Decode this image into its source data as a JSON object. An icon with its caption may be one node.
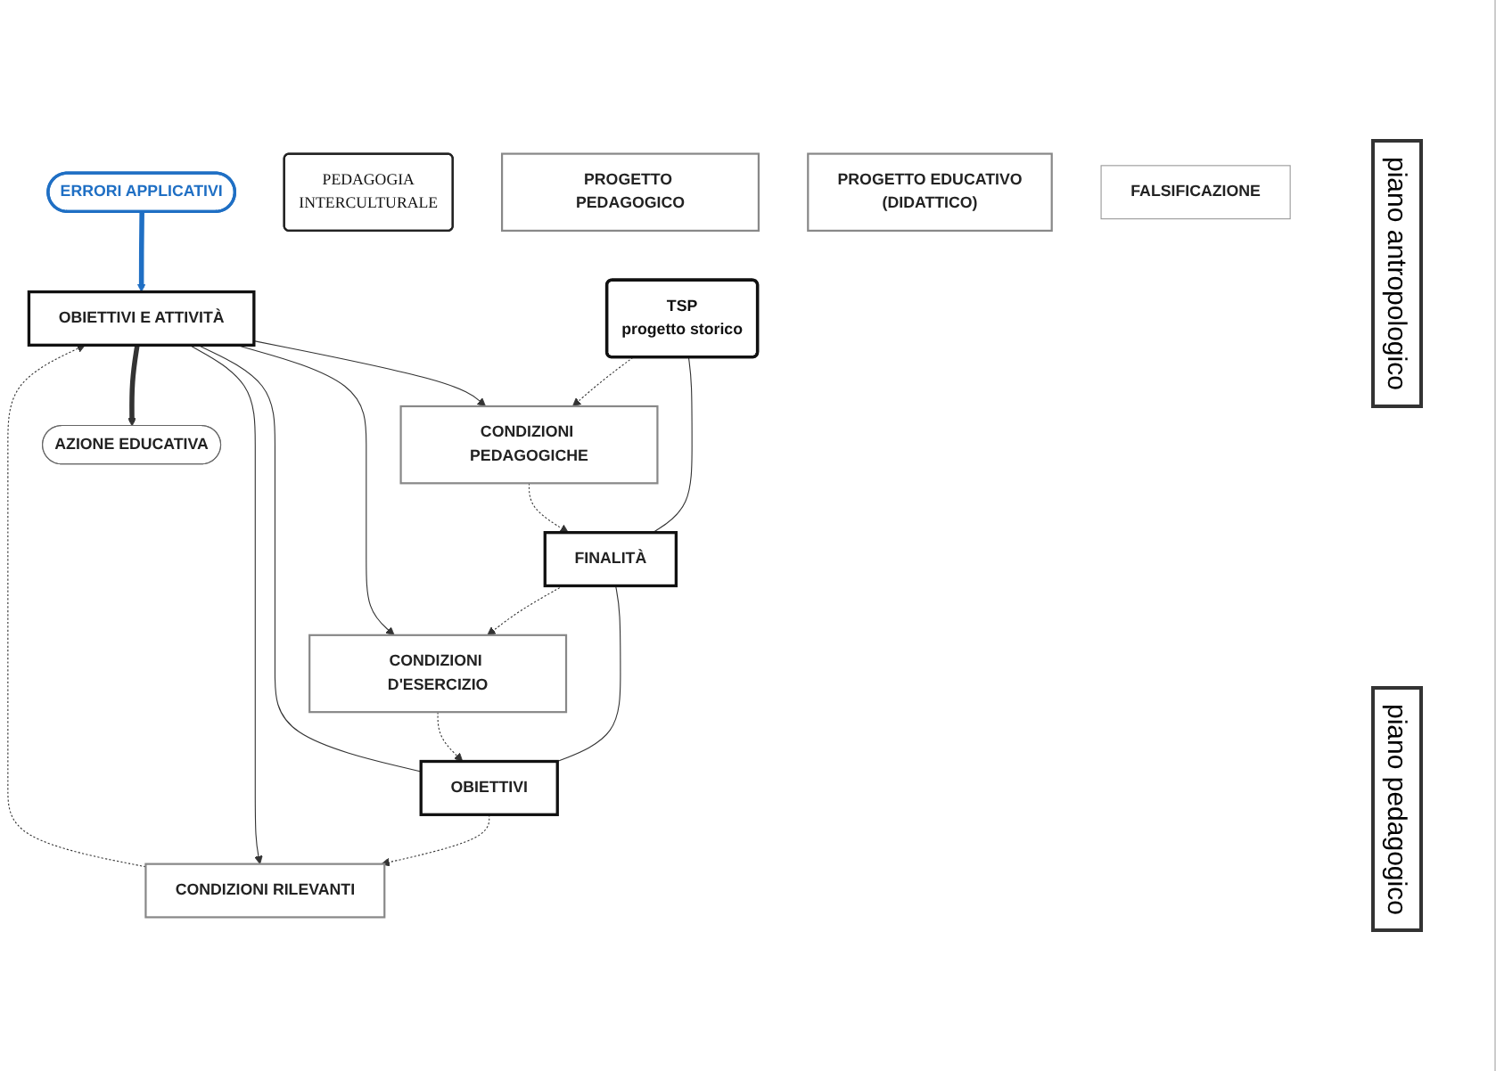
{
  "diagram": {
    "nodes": [
      {
        "text": [
          "ERRORI APPLICATIVI"
        ]
      },
      {
        "text": [
          "PEDAGOGIA",
          "INTERCULTURALE"
        ]
      },
      {
        "text": [
          "TSP",
          "progetto storico"
        ]
      },
      {
        "text": [
          "CONDIZIONI PEDAGOGICHE"
        ]
      },
      {
        "text": [
          "FINALITÀ"
        ]
      },
      {
        "text": [
          "PROGETTO PEDAGOGICO"
        ]
      },
      {
        "text": [
          "CONDIZIONI D'ESERCIZIO"
        ]
      },
      {
        "text": [
          "OBIETTIVI"
        ]
      },
      {
        "text": [
          "PROGETTO EDUCATIVO",
          "(DIDATTICO)"
        ]
      },
      {
        "text": [
          "CONDIZIONI RILEVANTI"
        ]
      },
      {
        "text": [
          "OBIETTIVI E ATTIVITÀ"
        ]
      },
      {
        "text": [
          "FALSIFICAZIONE"
        ]
      },
      {
        "text": [
          "AZIONE EDUCATIVA"
        ]
      }
    ],
    "edges": [
      {
        "from": 0,
        "to": 10,
        "arrow": "to",
        "style": "thick",
        "color": "#1f6fc4"
      },
      {
        "from": 2,
        "to": 3,
        "arrow": "to",
        "style": "dashed"
      },
      {
        "from": 2,
        "to": 4,
        "arrow": "none"
      },
      {
        "from": 3,
        "to": 4,
        "arrow": "to",
        "style": "dashed"
      },
      {
        "from": 4,
        "to": 6,
        "arrow": "to",
        "style": "dashed"
      },
      {
        "from": 4,
        "to": 7,
        "arrow": "none"
      },
      {
        "from": 6,
        "to": 7,
        "arrow": "to",
        "style": "dashed"
      },
      {
        "from": 7,
        "to": 9,
        "arrow": "to",
        "style": "dashed"
      },
      {
        "from": 7,
        "to": 10,
        "arrow": "none"
      },
      {
        "from": 9,
        "to": 10,
        "arrow": "to",
        "style": "dashed"
      },
      {
        "from": 10,
        "to": 12,
        "arrow": "to",
        "style": "thick"
      },
      {
        "from": 10,
        "to": 3,
        "arrow": "to"
      },
      {
        "from": 10,
        "to": 6,
        "arrow": "to"
      },
      {
        "from": 10,
        "to": 9,
        "arrow": "to"
      }
    ],
    "labels": [
      "piano antropologico",
      "piano pedagogico"
    ]
  }
}
